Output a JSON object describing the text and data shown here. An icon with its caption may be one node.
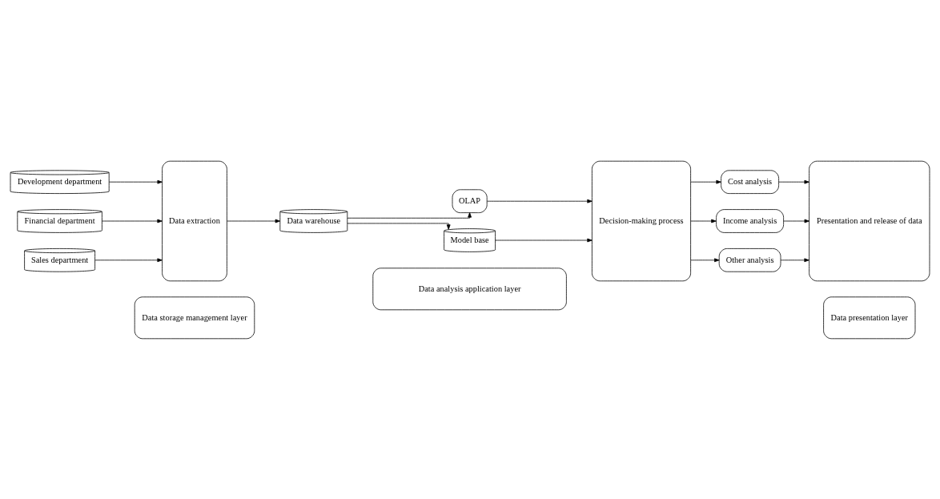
{
  "diagram": {
    "nodes": [
      {
        "text": [
          "Data storage management layer"
        ]
      },
      {
        "text": [
          "Data analysis application layer"
        ]
      },
      {
        "text": [
          "Data presentation layer"
        ]
      },
      {
        "text": [
          "Development department"
        ]
      },
      {
        "text": [
          "Financial department"
        ]
      },
      {
        "text": [
          "Sales department"
        ]
      },
      {
        "text": [
          "Data extraction"
        ]
      },
      {
        "text": [
          "Data warehouse"
        ]
      },
      {
        "text": [
          "OLAP"
        ]
      },
      {
        "text": [
          "Model base"
        ]
      },
      {
        "text": [
          "Decision-making process"
        ]
      },
      {
        "text": [
          "Cost analysis"
        ]
      },
      {
        "text": [
          "Income analysis"
        ]
      },
      {
        "text": [
          "Other analysis"
        ]
      },
      {
        "text": [
          "Presentation and release of data"
        ]
      }
    ],
    "edges": [
      {
        "from": 3,
        "to": 6,
        "arrow": "to"
      },
      {
        "from": 4,
        "to": 6,
        "arrow": "to"
      },
      {
        "from": 5,
        "to": 6,
        "arrow": "to"
      },
      {
        "from": 6,
        "to": 7,
        "arrow": "to"
      },
      {
        "from": 7,
        "to": 8,
        "arrow": "to"
      },
      {
        "from": 7,
        "to": 9,
        "arrow": "to"
      },
      {
        "from": 8,
        "to": 10,
        "arrow": "to"
      },
      {
        "from": 9,
        "to": 10,
        "arrow": "to"
      },
      {
        "from": 10,
        "to": 11,
        "arrow": "to"
      },
      {
        "from": 10,
        "to": 12,
        "arrow": "to"
      },
      {
        "from": 10,
        "to": 13,
        "arrow": "to"
      },
      {
        "from": 11,
        "to": 14,
        "arrow": "to"
      },
      {
        "from": 12,
        "to": 14,
        "arrow": "to"
      },
      {
        "from": 13,
        "to": 14,
        "arrow": "to"
      }
    ]
  }
}
